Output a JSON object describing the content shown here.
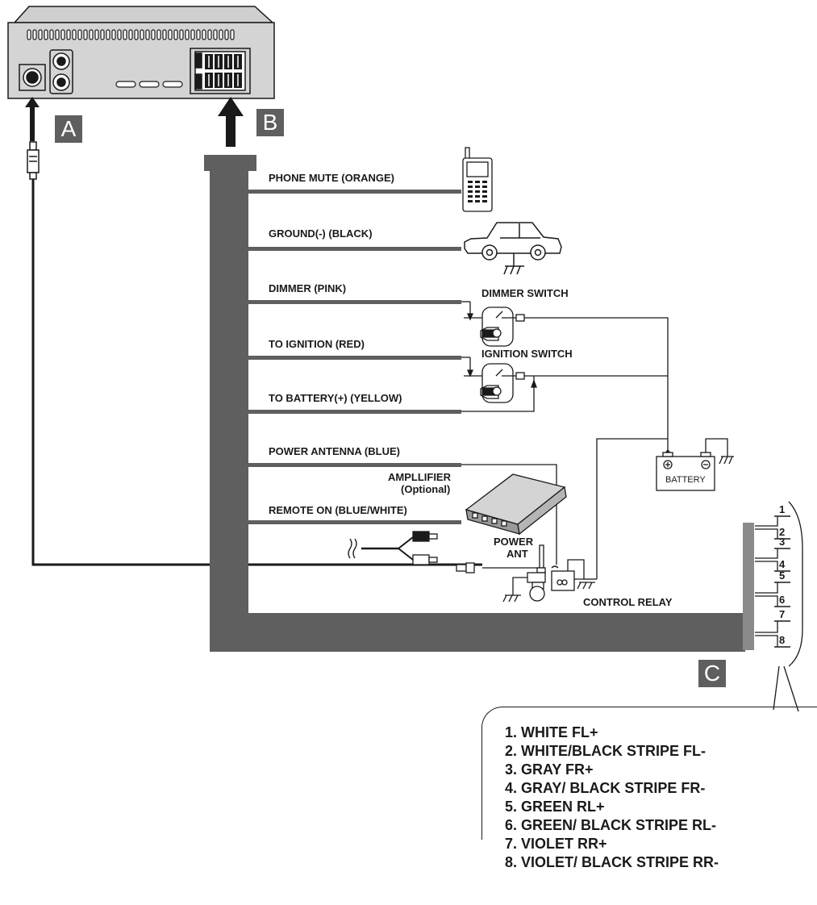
{
  "markers": {
    "a": "A",
    "b": "B",
    "c": "C"
  },
  "wires": {
    "phone_mute": "PHONE MUTE (ORANGE)",
    "ground": "GROUND(-) (BLACK)",
    "dimmer": "DIMMER (PINK)",
    "to_ignition": "TO IGNITION (RED)",
    "to_battery": "TO BATTERY(+) (YELLOW)",
    "power_antenna": "POWER ANTENNA (BLUE)",
    "remote_on": "REMOTE ON (BLUE/WHITE)"
  },
  "components": {
    "dimmer_switch": "DIMMER SWITCH",
    "ignition_switch": "IGNITION SWITCH",
    "battery": "BATTERY",
    "amplifier": "AMPLLIFIER",
    "amplifier_optional": "(Optional)",
    "power_ant_line1": "POWER",
    "power_ant_line2": "ANT",
    "control_relay": "CONTROL RELAY"
  },
  "connector_pins": [
    "1",
    "2",
    "3",
    "4",
    "5",
    "6",
    "7",
    "8"
  ],
  "speaker_legend": [
    "1. WHITE FL+",
    "2. WHITE/BLACK STRIPE FL-",
    "3. GRAY FR+",
    "4. GRAY/ BLACK STRIPE FR-",
    "5. GREEN RL+",
    "6. GREEN/ BLACK STRIPE RL-",
    "7. VIOLET RR+",
    "8. VIOLET/ BLACK STRIPE RR-"
  ]
}
